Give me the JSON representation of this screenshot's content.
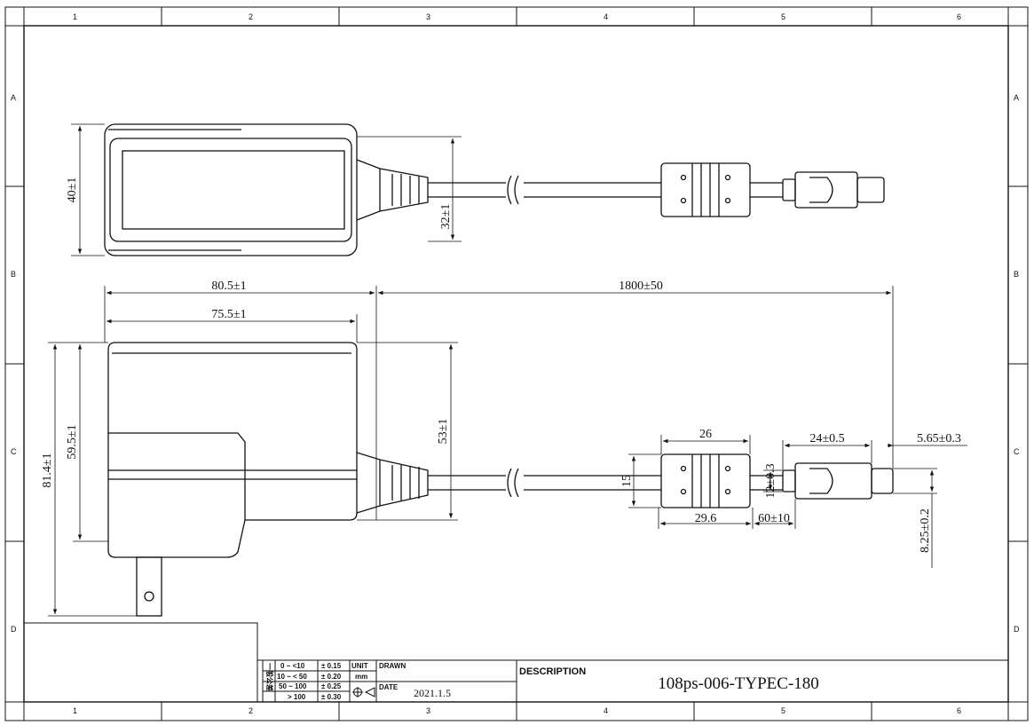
{
  "border": {
    "columns": [
      "1",
      "2",
      "3",
      "4",
      "5",
      "6"
    ],
    "rows": [
      "A",
      "B",
      "C",
      "D"
    ]
  },
  "top_view": {
    "width": "40±1",
    "cable_height": "32±1"
  },
  "side_view": {
    "length_total": "80.5±1",
    "length_body": "75.5±1",
    "cable_length": "1800±50",
    "height_total": "81.4±1",
    "height_body": "59.5±1",
    "height_case": "53±1"
  },
  "connector": {
    "ferrite_length": "26",
    "ferrite_height": "15",
    "ferrite_total": "29.6",
    "gap": "60±10",
    "plug_length": "24±0.5",
    "plug_tip": "5.65±0.3",
    "plug_height": "12±0.3",
    "tip_height": "8.25±0.2"
  },
  "title_block": {
    "tolerance_label": "一般公差",
    "tolerances": [
      {
        "range": "0 ~ <10",
        "tol": "± 0.15"
      },
      {
        "range": "10 ~ < 50",
        "tol": "± 0.20"
      },
      {
        "range": "50 ~ 100",
        "tol": "± 0.25"
      },
      {
        "range": "> 100",
        "tol": "± 0.30"
      }
    ],
    "unit_label": "UNIT",
    "unit_value": "mm",
    "drawn_label": "DRAWN",
    "date_label": "DATE",
    "date_value": "2021.1.5",
    "description_label": "DESCRIPTION",
    "description_value": "108ps-006-TYPEC-180"
  }
}
